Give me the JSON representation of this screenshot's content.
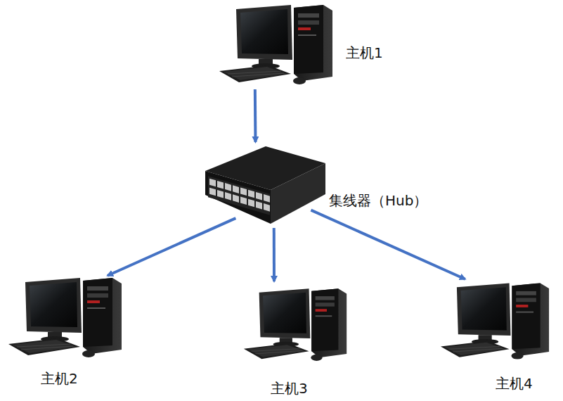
{
  "diagram": {
    "nodes": [
      {
        "text": [
          "主机1"
        ]
      },
      {
        "text": [
          "集线器（Hub）"
        ]
      },
      {
        "text": [
          "主机2"
        ]
      },
      {
        "text": [
          "主机3"
        ]
      },
      {
        "text": [
          "主机4"
        ]
      }
    ],
    "edges": [
      {
        "from": 0,
        "to": 1,
        "arrow": "to"
      },
      {
        "from": 1,
        "to": 2,
        "arrow": "to"
      },
      {
        "from": 1,
        "to": 3,
        "arrow": "to"
      },
      {
        "from": 1,
        "to": 4,
        "arrow": "to"
      }
    ]
  }
}
